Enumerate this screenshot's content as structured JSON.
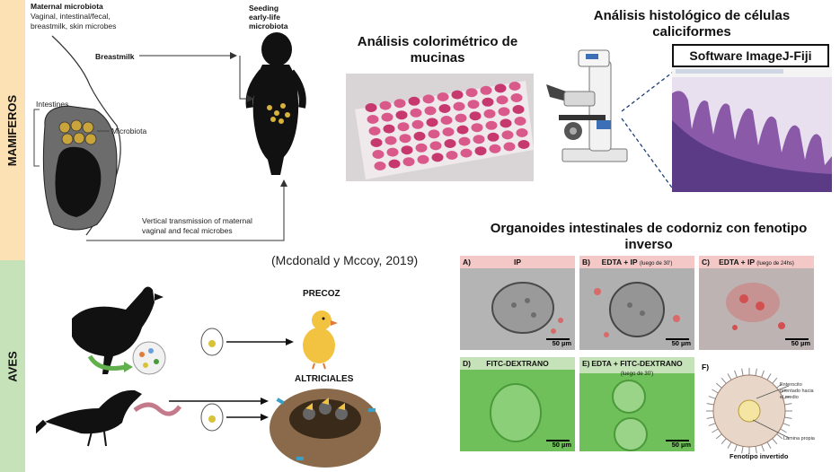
{
  "sidebar": {
    "mammals_label": "MAMIFEROS",
    "birds_label": "AVES",
    "mammals_color": "#fbe1b4",
    "birds_color": "#c6e2b8"
  },
  "mammal_diagram": {
    "maternal_title": "Maternal microbiota",
    "maternal_subtitle_1": "Vaginal, intestinal/fecal,",
    "maternal_subtitle_2": "breastmilk, skin microbes",
    "seeding_1": "Seeding",
    "seeding_2": "early-life",
    "seeding_3": "microbiota",
    "breastmilk": "Breastmilk",
    "intestines": "Intestines",
    "microbiota": "Microbiota",
    "vertical_1": "Vertical transmission of maternal",
    "vertical_2": "vaginal and fecal microbes",
    "citation": "(Mcdonald y Mccoy, 2019)"
  },
  "mucin": {
    "title_1": "Análisis colorimétrico de",
    "title_2": "mucinas"
  },
  "histology": {
    "title_1": "Análisis histológico de células",
    "title_2": "caliciformes",
    "software": "Software ImageJ-Fiji"
  },
  "organoids": {
    "title_1": "Organoides intestinales de codorniz con fenotipo",
    "title_2": "inverso",
    "scale": "50 µm",
    "panels": [
      {
        "letter": "A)",
        "title": "IP",
        "sub": ""
      },
      {
        "letter": "B)",
        "title": "EDTA + IP",
        "sub": "(luego de 30')"
      },
      {
        "letter": "C)",
        "title": "EDTA + IP",
        "sub": "(luego de 24hs)"
      },
      {
        "letter": "D)",
        "title": "FITC-DEXTRANO",
        "sub": ""
      },
      {
        "letter": "E)",
        "title": "EDTA + FITC-DEXTRANO",
        "sub": "(luego de 30')"
      },
      {
        "letter": "F)",
        "title": "",
        "sub": ""
      }
    ],
    "schematic_enterocyte_1": "Enterocito",
    "schematic_enterocyte_2": "orientado hacia",
    "schematic_enterocyte_3": "el medio",
    "schematic_lamina": "Lámina propia",
    "schematic_caption": "Fenotipo invertido"
  },
  "birds": {
    "precocial": "PRECOZ",
    "altricial": "ALTRICIALES"
  }
}
